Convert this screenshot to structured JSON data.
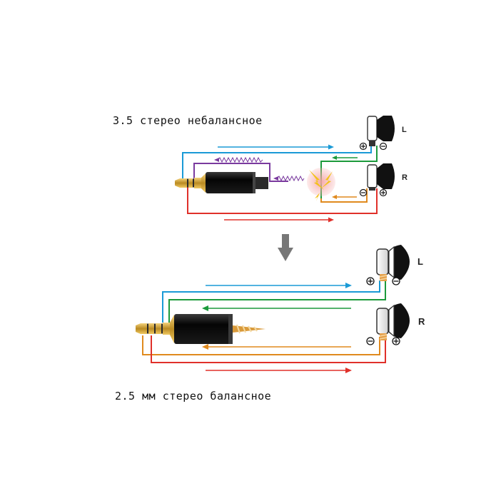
{
  "top_caption": "3.5 стерео небалансное",
  "bottom_caption": "2.5 мм стерео балансное",
  "top_left_label": "L",
  "top_right_label": "R",
  "bottom_left_label": "L",
  "bottom_right_label": "R",
  "colors": {
    "left_plus": "#1a9ad6",
    "left_minus": "#1c9a3c",
    "right_plus": "#e0302a",
    "right_minus": "#e08a1e",
    "interference": "#7a3a9e",
    "spark": "#f2c21a",
    "arrow": "#777777"
  },
  "icons": [
    "interference-spark-icon",
    "down-arrow-icon",
    "plus-icon",
    "minus-icon"
  ]
}
